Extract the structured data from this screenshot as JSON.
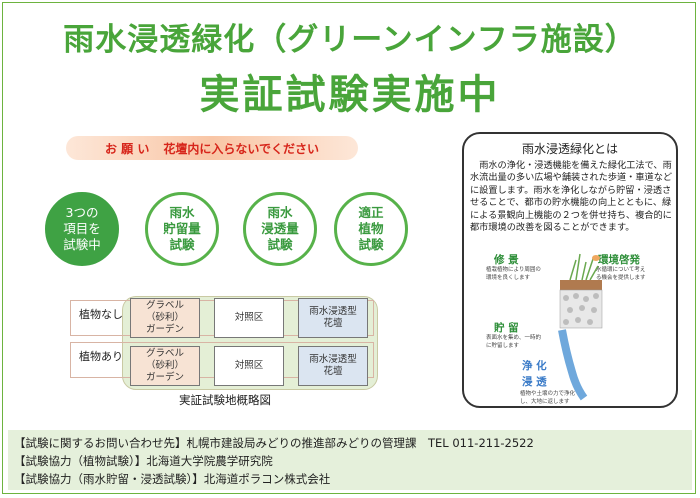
{
  "title": {
    "line1": "雨水浸透緑化（グリーンインフラ施設）",
    "line2": "実証試験実施中"
  },
  "notice": {
    "lead": "お 願 い",
    "text": "花壇内に入らないでください"
  },
  "circles": [
    {
      "label": "3つの\n項目を\n試験中"
    },
    {
      "label": "雨水\n貯留量\n試験"
    },
    {
      "label": "雨水\n浸透量\n試験"
    },
    {
      "label": "適正\n植物\n試験"
    }
  ],
  "diagram": {
    "rows": [
      {
        "label": "植物なし",
        "cells": [
          "グラベル\n（砂利）\nガーデン",
          "対照区",
          "雨水浸透型\n花壇"
        ]
      },
      {
        "label": "植物あり",
        "cells": [
          "グラベル\n（砂利）\nガーデン",
          "対照区",
          "雨水浸透型\n花壇"
        ]
      }
    ],
    "caption": "実証試験地概略図"
  },
  "info": {
    "title": "雨水浸透緑化とは",
    "body": "雨水の浄化・浸透機能を備えた緑化工法で、雨水流出量の多い広場や舗装された歩道・車道などに設置します。雨水を浄化しながら貯留・浸透させることで、都市の貯水機能の向上とともに、緑による景観向上機能の２つを併せ持ち、複合的に都市環境の改善を図ることができます。",
    "labels": {
      "landscape": "修 景",
      "enlighten": "環境啓発",
      "storage": "貯 留",
      "purify": "浄 化",
      "infiltrate": "浸 透"
    },
    "notes": {
      "landscape": "植栽植物により周囲の\n環境を良くします",
      "enlighten": "水循環について考え\nる機会を提供します",
      "storage": "表面水を集め、一時的\nに貯留します",
      "infiltrate": "植物や土壌の力で浄化\nし、大地に返します"
    }
  },
  "footer": [
    "【試験に関するお問い合わせ先】札幌市建設局みどりの推進部みどりの管理課　TEL 011-211-2522",
    "【試験協力（植物試験）】北海道大学院農学研究院",
    "【試験協力（雨水貯留・浸透試験）】北海道ポラコン株式会社"
  ],
  "colors": {
    "green": "#49a53a",
    "red": "#d7261b",
    "footer_bg": "#e5f0db"
  }
}
